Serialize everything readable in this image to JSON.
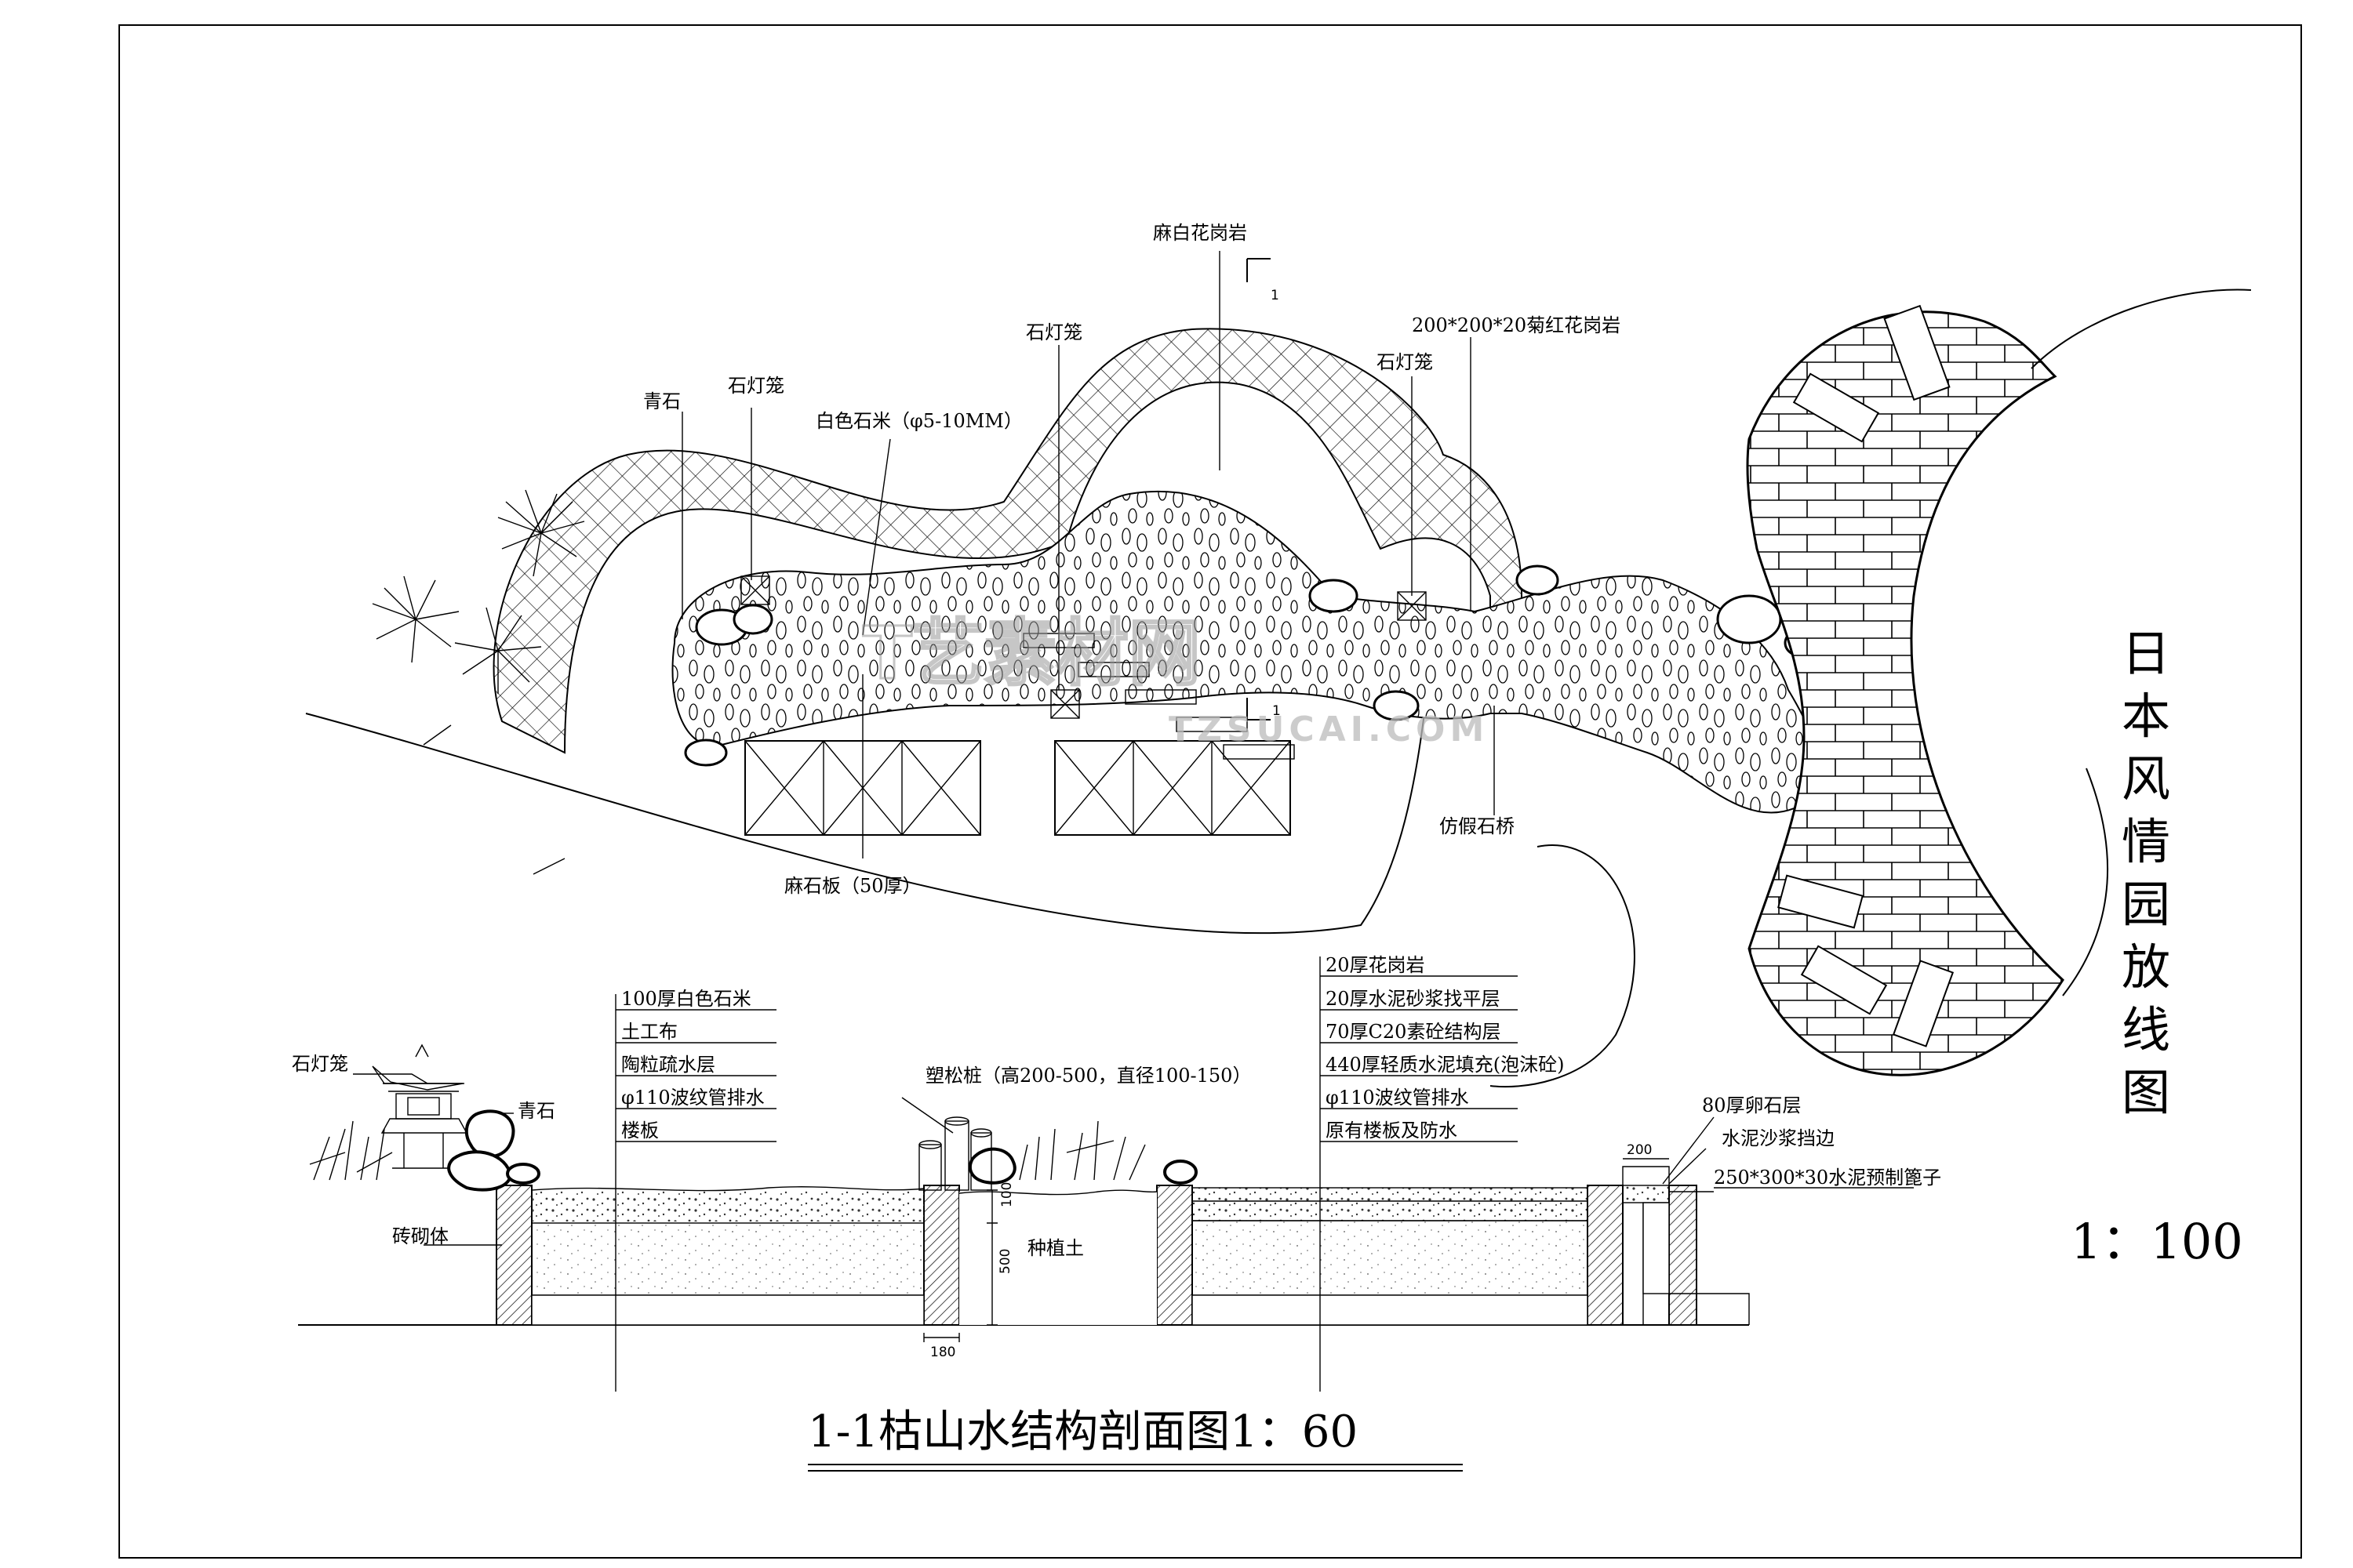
{
  "plan": {
    "title_vertical": [
      "日",
      "本",
      "风",
      "情",
      "园",
      "放",
      "线",
      "图"
    ],
    "scale": "1：100",
    "section_mark": "1",
    "labels": {
      "granite_top": "麻白花岗岩",
      "lantern_1": "石灯笼",
      "lantern_2": "石灯笼",
      "lantern_3": "石灯笼",
      "green_stone": "青石",
      "white_pebble": "白色石米（φ5-10MM）",
      "red_granite": "200*200*20菊红花岗岩",
      "stone_slab": "麻石板（50厚）",
      "stone_bridge": "仿假石桥"
    }
  },
  "section": {
    "title": "1-1枯山水结构剖面图1：60",
    "left_layers": [
      "100厚白色石米",
      "土工布",
      "陶粒疏水层",
      "φ110波纹管排水",
      "楼板"
    ],
    "right_layers": [
      "20厚花岗岩",
      "20厚水泥砂浆找平层",
      "70厚C20素砼结构层",
      "440厚轻质水泥填充(泡沫砼)",
      "φ110波纹管排水",
      "原有楼板及防水"
    ],
    "labels": {
      "lantern": "石灯笼",
      "green_stone": "青石",
      "masonry": "砖砌体",
      "pine_post": "塑松桩（高200-500，直径100-150）",
      "planting_soil": "种植土",
      "pebble_layer": "80厚卵石层",
      "mortar_edge": "水泥沙浆挡边",
      "grate": "250*300*30水泥预制篦子"
    },
    "dims": {
      "d100": "100",
      "d500": "500",
      "d180": "180",
      "d200": "200"
    }
  },
  "watermark": {
    "main": "T艺素材网",
    "sub": "TZSUCAI.COM"
  }
}
